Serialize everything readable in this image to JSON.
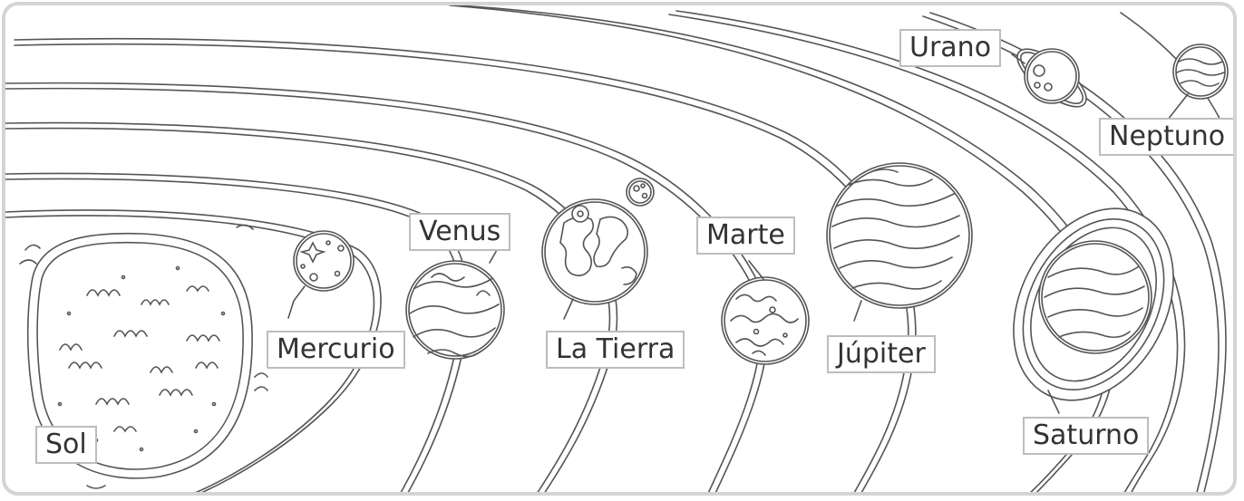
{
  "diagram": {
    "colors": {
      "line": "#555555",
      "frame": "#d4d4d4",
      "label_border": "#bdbdbd",
      "text": "#333333"
    },
    "bodies": [
      {
        "id": "sun",
        "label": "Sol"
      },
      {
        "id": "mercury",
        "label": "Mercurio"
      },
      {
        "id": "venus",
        "label": "Venus"
      },
      {
        "id": "earth",
        "label": "La Tierra"
      },
      {
        "id": "mars",
        "label": "Marte"
      },
      {
        "id": "jupiter",
        "label": "Júpiter"
      },
      {
        "id": "saturn",
        "label": "Saturno"
      },
      {
        "id": "uranus",
        "label": "Urano"
      },
      {
        "id": "neptune",
        "label": "Neptuno"
      }
    ]
  }
}
